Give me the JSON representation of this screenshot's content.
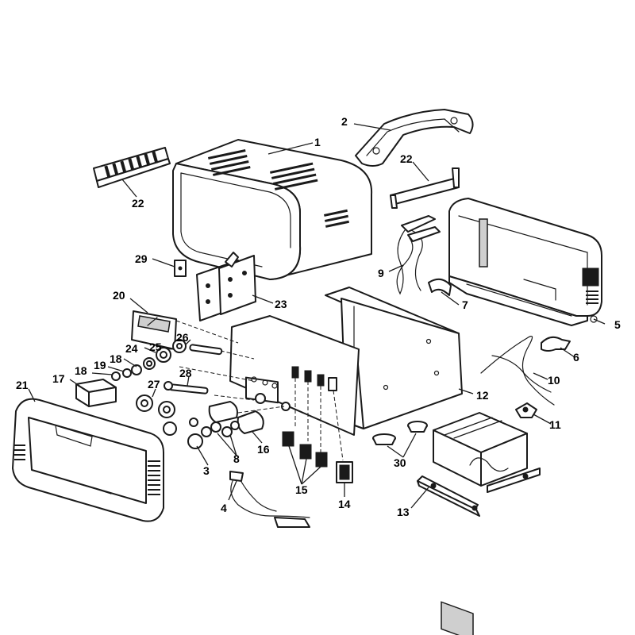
{
  "callouts": [
    {
      "id": "c1",
      "label": "1"
    },
    {
      "id": "c2",
      "label": "2"
    },
    {
      "id": "c3",
      "label": "3"
    },
    {
      "id": "c4",
      "label": "4"
    },
    {
      "id": "c5",
      "label": "5"
    },
    {
      "id": "c6",
      "label": "6"
    },
    {
      "id": "c7",
      "label": "7"
    },
    {
      "id": "c8",
      "label": "8"
    },
    {
      "id": "c9",
      "label": "9"
    },
    {
      "id": "c10",
      "label": "10"
    },
    {
      "id": "c11",
      "label": "11"
    },
    {
      "id": "c12",
      "label": "12"
    },
    {
      "id": "c13",
      "label": "13"
    },
    {
      "id": "c14",
      "label": "14"
    },
    {
      "id": "c15",
      "label": "15"
    },
    {
      "id": "c16",
      "label": "16"
    },
    {
      "id": "c17",
      "label": "17"
    },
    {
      "id": "c18a",
      "label": "18"
    },
    {
      "id": "c18b",
      "label": "18"
    },
    {
      "id": "c19",
      "label": "19"
    },
    {
      "id": "c20",
      "label": "20"
    },
    {
      "id": "c21",
      "label": "21"
    },
    {
      "id": "c22a",
      "label": "22"
    },
    {
      "id": "c22b",
      "label": "22"
    },
    {
      "id": "c23",
      "label": "23"
    },
    {
      "id": "c24",
      "label": "24"
    },
    {
      "id": "c25",
      "label": "25"
    },
    {
      "id": "c26",
      "label": "26"
    },
    {
      "id": "c27",
      "label": "27"
    },
    {
      "id": "c28",
      "label": "28"
    },
    {
      "id": "c29",
      "label": "29"
    },
    {
      "id": "c30",
      "label": "30"
    }
  ]
}
